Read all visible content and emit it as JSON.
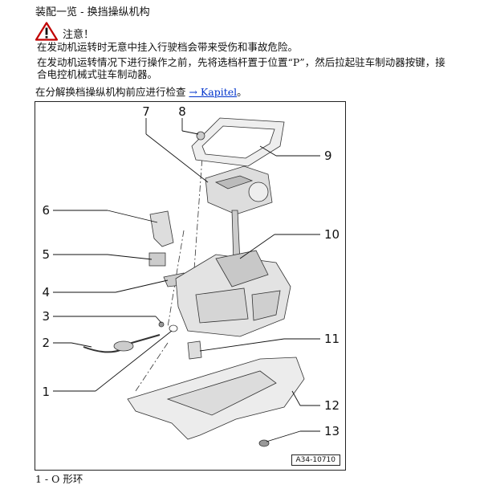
{
  "header": {
    "title": "装配一览 - 换挡操纵机构"
  },
  "warning": {
    "icon": "warning-triangle-icon",
    "label": "注意！",
    "line1": "在发动机运转时无意中挂入行驶档会带来受伤和事故危险。",
    "line2": "在发动机运转情况下进行操作之前，先将选档杆置于位置“P”，然后拉起驻车制动器按键，接合电控机械式驻车制动器。"
  },
  "check": {
    "prefix": "在分解换档操纵机构前应进行检查 ",
    "link": "→ Kapitel",
    "suffix": "。"
  },
  "figure": {
    "callouts": [
      "1",
      "2",
      "3",
      "4",
      "5",
      "6",
      "7",
      "8",
      "9",
      "10",
      "11",
      "12",
      "13"
    ],
    "reference": "A34-10710"
  },
  "list": {
    "item1": "1 - O 形环"
  }
}
